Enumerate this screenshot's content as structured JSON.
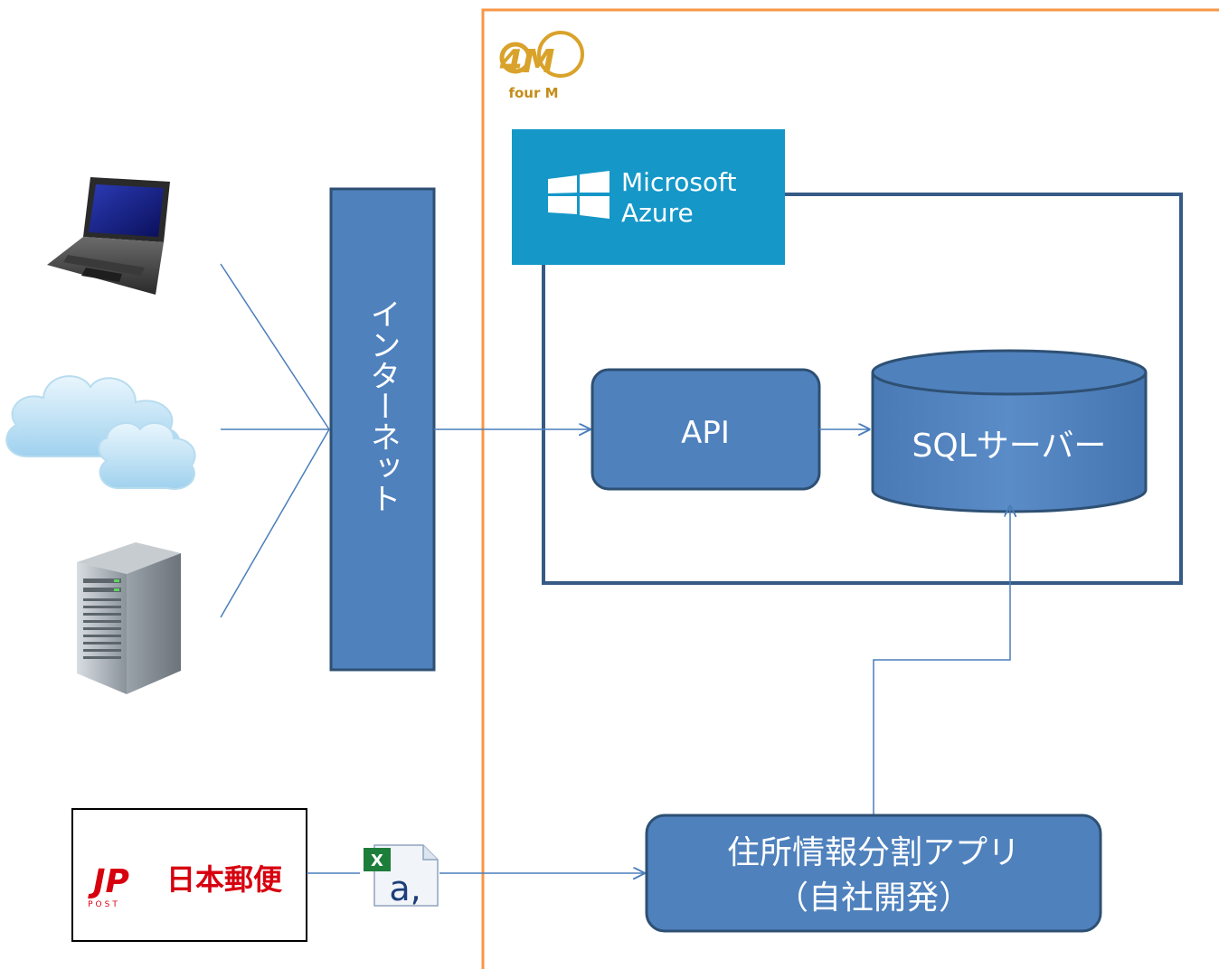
{
  "company_logo": {
    "mark": "4M",
    "wordmark": "four M"
  },
  "cloud_platform": {
    "brand_line1": "Microsoft",
    "brand_line2": "Azure"
  },
  "internet_bar": {
    "label": "インターネット"
  },
  "api_box": {
    "label": "API"
  },
  "database": {
    "label": "SQLサーバー"
  },
  "app_box": {
    "line1": "住所情報分割アプリ",
    "line2": "（自社開発）"
  },
  "postal_source": {
    "logo_mark": "JP",
    "logo_sub": "POST",
    "name": "日本郵便"
  },
  "file_icon": {
    "glyph": "a,"
  },
  "clients": [
    "laptop-icon",
    "cloud-icon",
    "server-icon"
  ],
  "colors": {
    "box_fill": "#4f81bd",
    "box_stroke": "#2e5073",
    "connector": "#4a7ebb",
    "outer_frame": "#f79646",
    "azure_tile": "#1597c8",
    "azure_frame": "#365a85",
    "logo_gold": "#d9a22a",
    "jp_red": "#d7000f"
  }
}
